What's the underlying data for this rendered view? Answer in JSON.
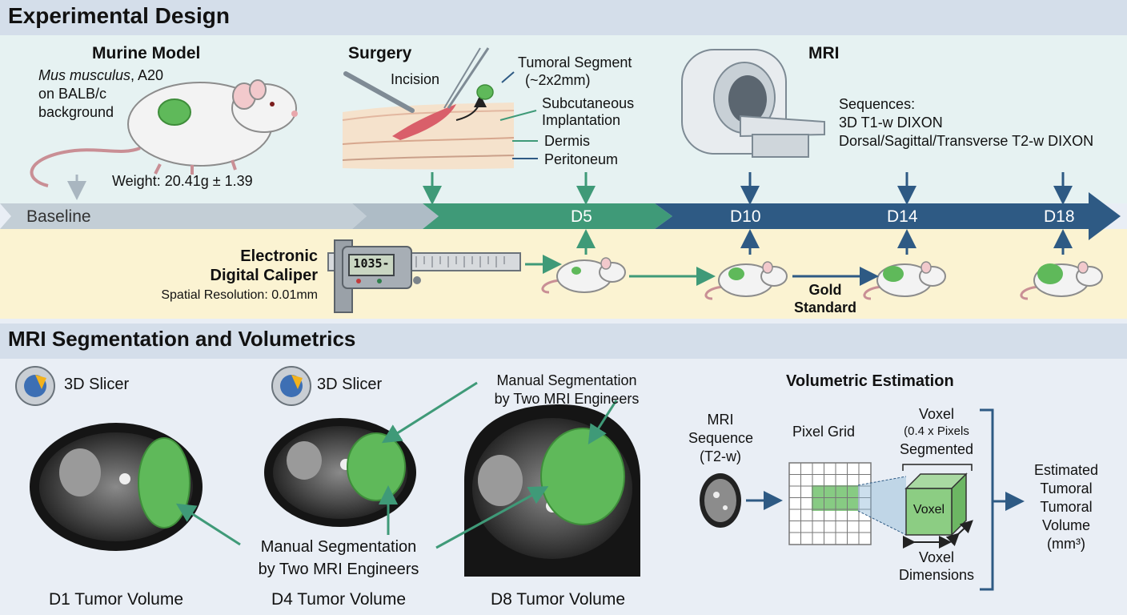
{
  "section1": {
    "title": "Experimental Design"
  },
  "murine": {
    "title": "Murine Model",
    "species": "Mus musculus",
    "species_rest": ", A20",
    "line2": "on BALB/c",
    "line3": "background",
    "weight": "Weight: 20.41g ± 1.39"
  },
  "surgery": {
    "title": "Surgery",
    "incision": "Incision",
    "tumoral_segment": "Tumoral Segment",
    "tumoral_size": "(~2x2mm)",
    "subcutaneous": "Subcutaneous",
    "implantation": "Implantation",
    "dermis": "Dermis",
    "peritoneum": "Peritoneum"
  },
  "mri": {
    "title": "MRI",
    "sequences_label": "Sequences:",
    "seq1": "3D T1-w DIXON",
    "seq2": "Dorsal/Sagittal/Transverse T2-w DIXON"
  },
  "timeline": {
    "baseline": "Baseline",
    "d5": "D5",
    "d10": "D10",
    "d14": "D14",
    "d18": "D18"
  },
  "caliper": {
    "title1": "Electronic",
    "title2": "Digital Caliper",
    "resolution": "Spatial Resolution: 0.01mm",
    "display": "1035-",
    "gold1": "Gold",
    "gold2": "Standard"
  },
  "section2": {
    "title": "MRI Segmentation and Volumetrics"
  },
  "slicer": {
    "label1": "3D Slicer",
    "label2": "3D Slicer"
  },
  "annotations": {
    "top1": "Manual Segmentation",
    "top2": "by Two MRI Engineers",
    "bottom1": "Manual Segmentation",
    "bottom2": "by Two MRI Engineers"
  },
  "scans": {
    "d1": "D1 Tumor Volume",
    "d4": "D4 Tumor Volume",
    "d8": "D8 Tumor Volume"
  },
  "volumetric": {
    "title": "Volumetric Estimation",
    "mri1": "MRI",
    "mri2": "Sequence",
    "mri3": "(T2-w)",
    "pixel_grid": "Pixel Grid",
    "voxel_title": "Voxel",
    "voxel_sub1": "(0.4 x Pixels",
    "voxel_sub2": "Segmented",
    "voxel_box": "Voxel",
    "voxel_dim1": "Voxel",
    "voxel_dim2": "Dimensions",
    "est1": "Estimated",
    "est2": "Tumoral",
    "est3": "Tumoral",
    "est4": "Volume",
    "est5": "(mm³)"
  },
  "colors": {
    "green": "#3f9a78",
    "blue": "#2e5a84",
    "gray_band": "#c3ced6",
    "tumor": "#5fb95a",
    "caliper_band": "#fbf3d2"
  }
}
